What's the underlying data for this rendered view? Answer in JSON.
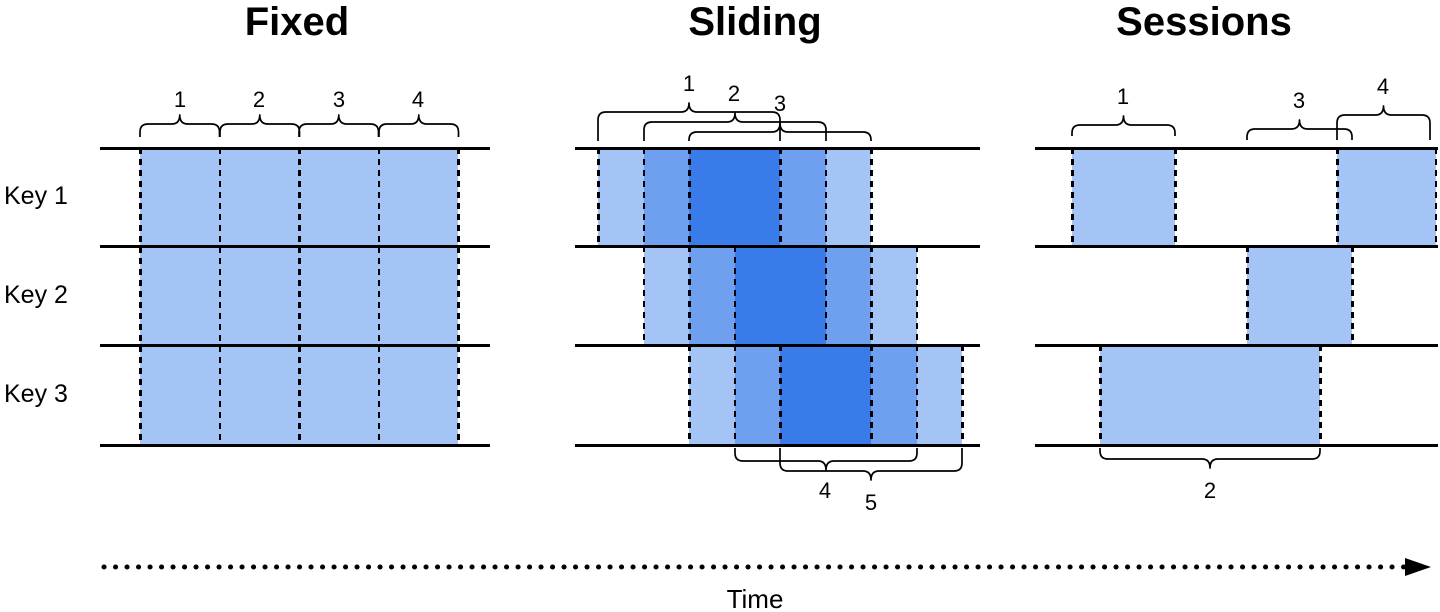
{
  "panels": {
    "fixed": {
      "title": "Fixed",
      "window_labels": [
        "1",
        "2",
        "3",
        "4"
      ]
    },
    "sliding": {
      "title": "Sliding",
      "window_labels_top": [
        "1",
        "2",
        "3"
      ],
      "window_labels_bottom": [
        "4",
        "5"
      ]
    },
    "sessions": {
      "title": "Sessions",
      "window_labels_top": [
        "1",
        "3",
        "4"
      ],
      "window_labels_bottom": [
        "2"
      ]
    }
  },
  "keys": [
    "Key 1",
    "Key 2",
    "Key 3"
  ],
  "time_axis": {
    "label": "Time"
  },
  "colors": {
    "light": "#A5C4F6",
    "medium": "#6F9FEF",
    "dark": "#3A7BEA",
    "line": "#000000"
  }
}
